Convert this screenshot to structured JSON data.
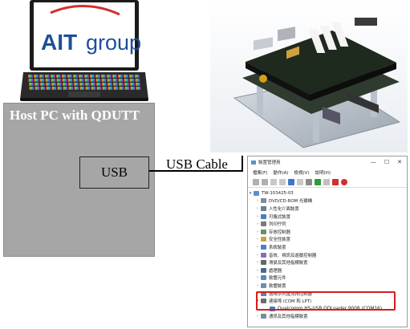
{
  "host": {
    "label": "Host PC with QDUTT",
    "usb_label": "USB"
  },
  "laptop": {
    "logo_prefix": "AIT",
    "logo_suffix": "group"
  },
  "cable": {
    "label": "USB Cable"
  },
  "device_manager": {
    "title": "裝置管理員",
    "window_controls": [
      "—",
      "☐",
      "✕"
    ],
    "menu": [
      "檔案(F)",
      "動作(A)",
      "檢視(V)",
      "說明(H)"
    ],
    "root": "TW-103425-03",
    "items": [
      "DVD/CD-ROM 光碟機",
      "人性化介面裝置",
      "可攜式裝置",
      "列印佇列",
      "存放控制器",
      "安全性裝置",
      "系統裝置",
      "音效、視訊及遊戲控制器",
      "滑鼠及其他指標裝置",
      "處理器",
      "軟體元件",
      "軟體裝置",
      "通用序列匯流排控制器",
      "連接埠 (COM 和 LPT)",
      "Qualcomm HS-USB QDLoader 9008 (COM16)",
      "通訊及其他指標裝置"
    ],
    "highlight_color": "#d81b1b"
  },
  "colors": {
    "host_box": "#a6a6a6",
    "logo_blue": "#1f4e9c",
    "logo_red": "#d32f2f"
  }
}
